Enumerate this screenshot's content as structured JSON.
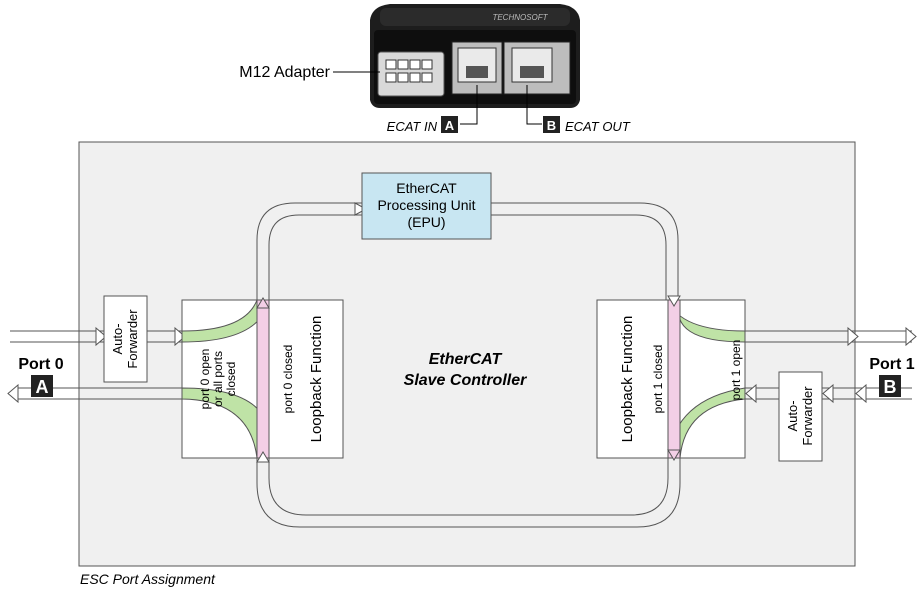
{
  "device": {
    "adapter_label": "M12 Adapter",
    "ecat_in_label": "ECAT IN",
    "ecat_out_label": "ECAT OUT",
    "port_a_badge": "A",
    "port_b_badge": "B",
    "logo_text": "TECHNOSOFT"
  },
  "esc": {
    "title_line1": "EtherCAT",
    "title_line2": "Slave Controller",
    "caption": "ESC Port Assignment"
  },
  "epu": {
    "line1": "EtherCAT",
    "line2": "Processing Unit",
    "line3": "(EPU)"
  },
  "left": {
    "port_label": "Port 0",
    "port_badge": "A",
    "autoforwarder_line1": "Auto-",
    "autoforwarder_line2": "Forwarder",
    "loopback_label": "Loopback Function",
    "open_line1": "port 0 open",
    "open_line2": "or all ports",
    "open_line3": "closed",
    "closed_label": "port 0 closed"
  },
  "right": {
    "port_label": "Port 1",
    "port_badge": "B",
    "autoforwarder_line1": "Auto-",
    "autoforwarder_line2": "Forwarder",
    "loopback_label": "Loopback Function",
    "open_label": "port 1 open",
    "closed_label": "port 1 closed"
  },
  "colors": {
    "esc_fill": "#f0f0f0",
    "epu_fill": "#c8e6f2",
    "green_path": "#bfe3a6",
    "pink_bar": "#f3cfe6"
  }
}
